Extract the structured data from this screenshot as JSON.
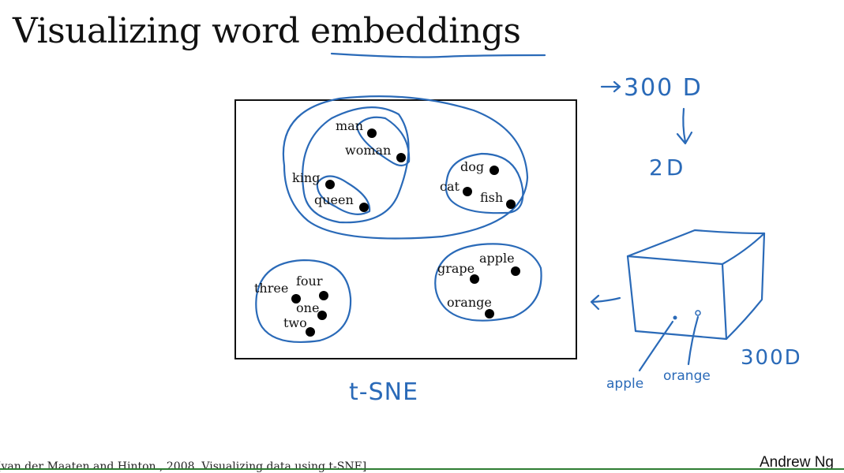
{
  "slide": {
    "title": "Visualizing word embeddings",
    "citation": "[van der Maaten and Hinton., 2008. Visualizing data using t-SNE]",
    "author": "Andrew Ng"
  },
  "plot": {
    "words": {
      "man": "man",
      "woman": "woman",
      "king": "king",
      "queen": "queen",
      "dog": "dog",
      "cat": "cat",
      "fish": "fish",
      "apple": "apple",
      "grape": "grape",
      "orange": "orange",
      "three": "three",
      "four": "four",
      "one": "one",
      "two": "two"
    }
  },
  "annotations": {
    "dim_300d_top": "300 D",
    "dim_2d": "2D",
    "tsne": "t-SNE",
    "dim_300d_box": "300D",
    "apple_label": "apple",
    "orange_label": "orange"
  },
  "colors": {
    "ink": "#2a6ab8",
    "text": "#111111"
  }
}
